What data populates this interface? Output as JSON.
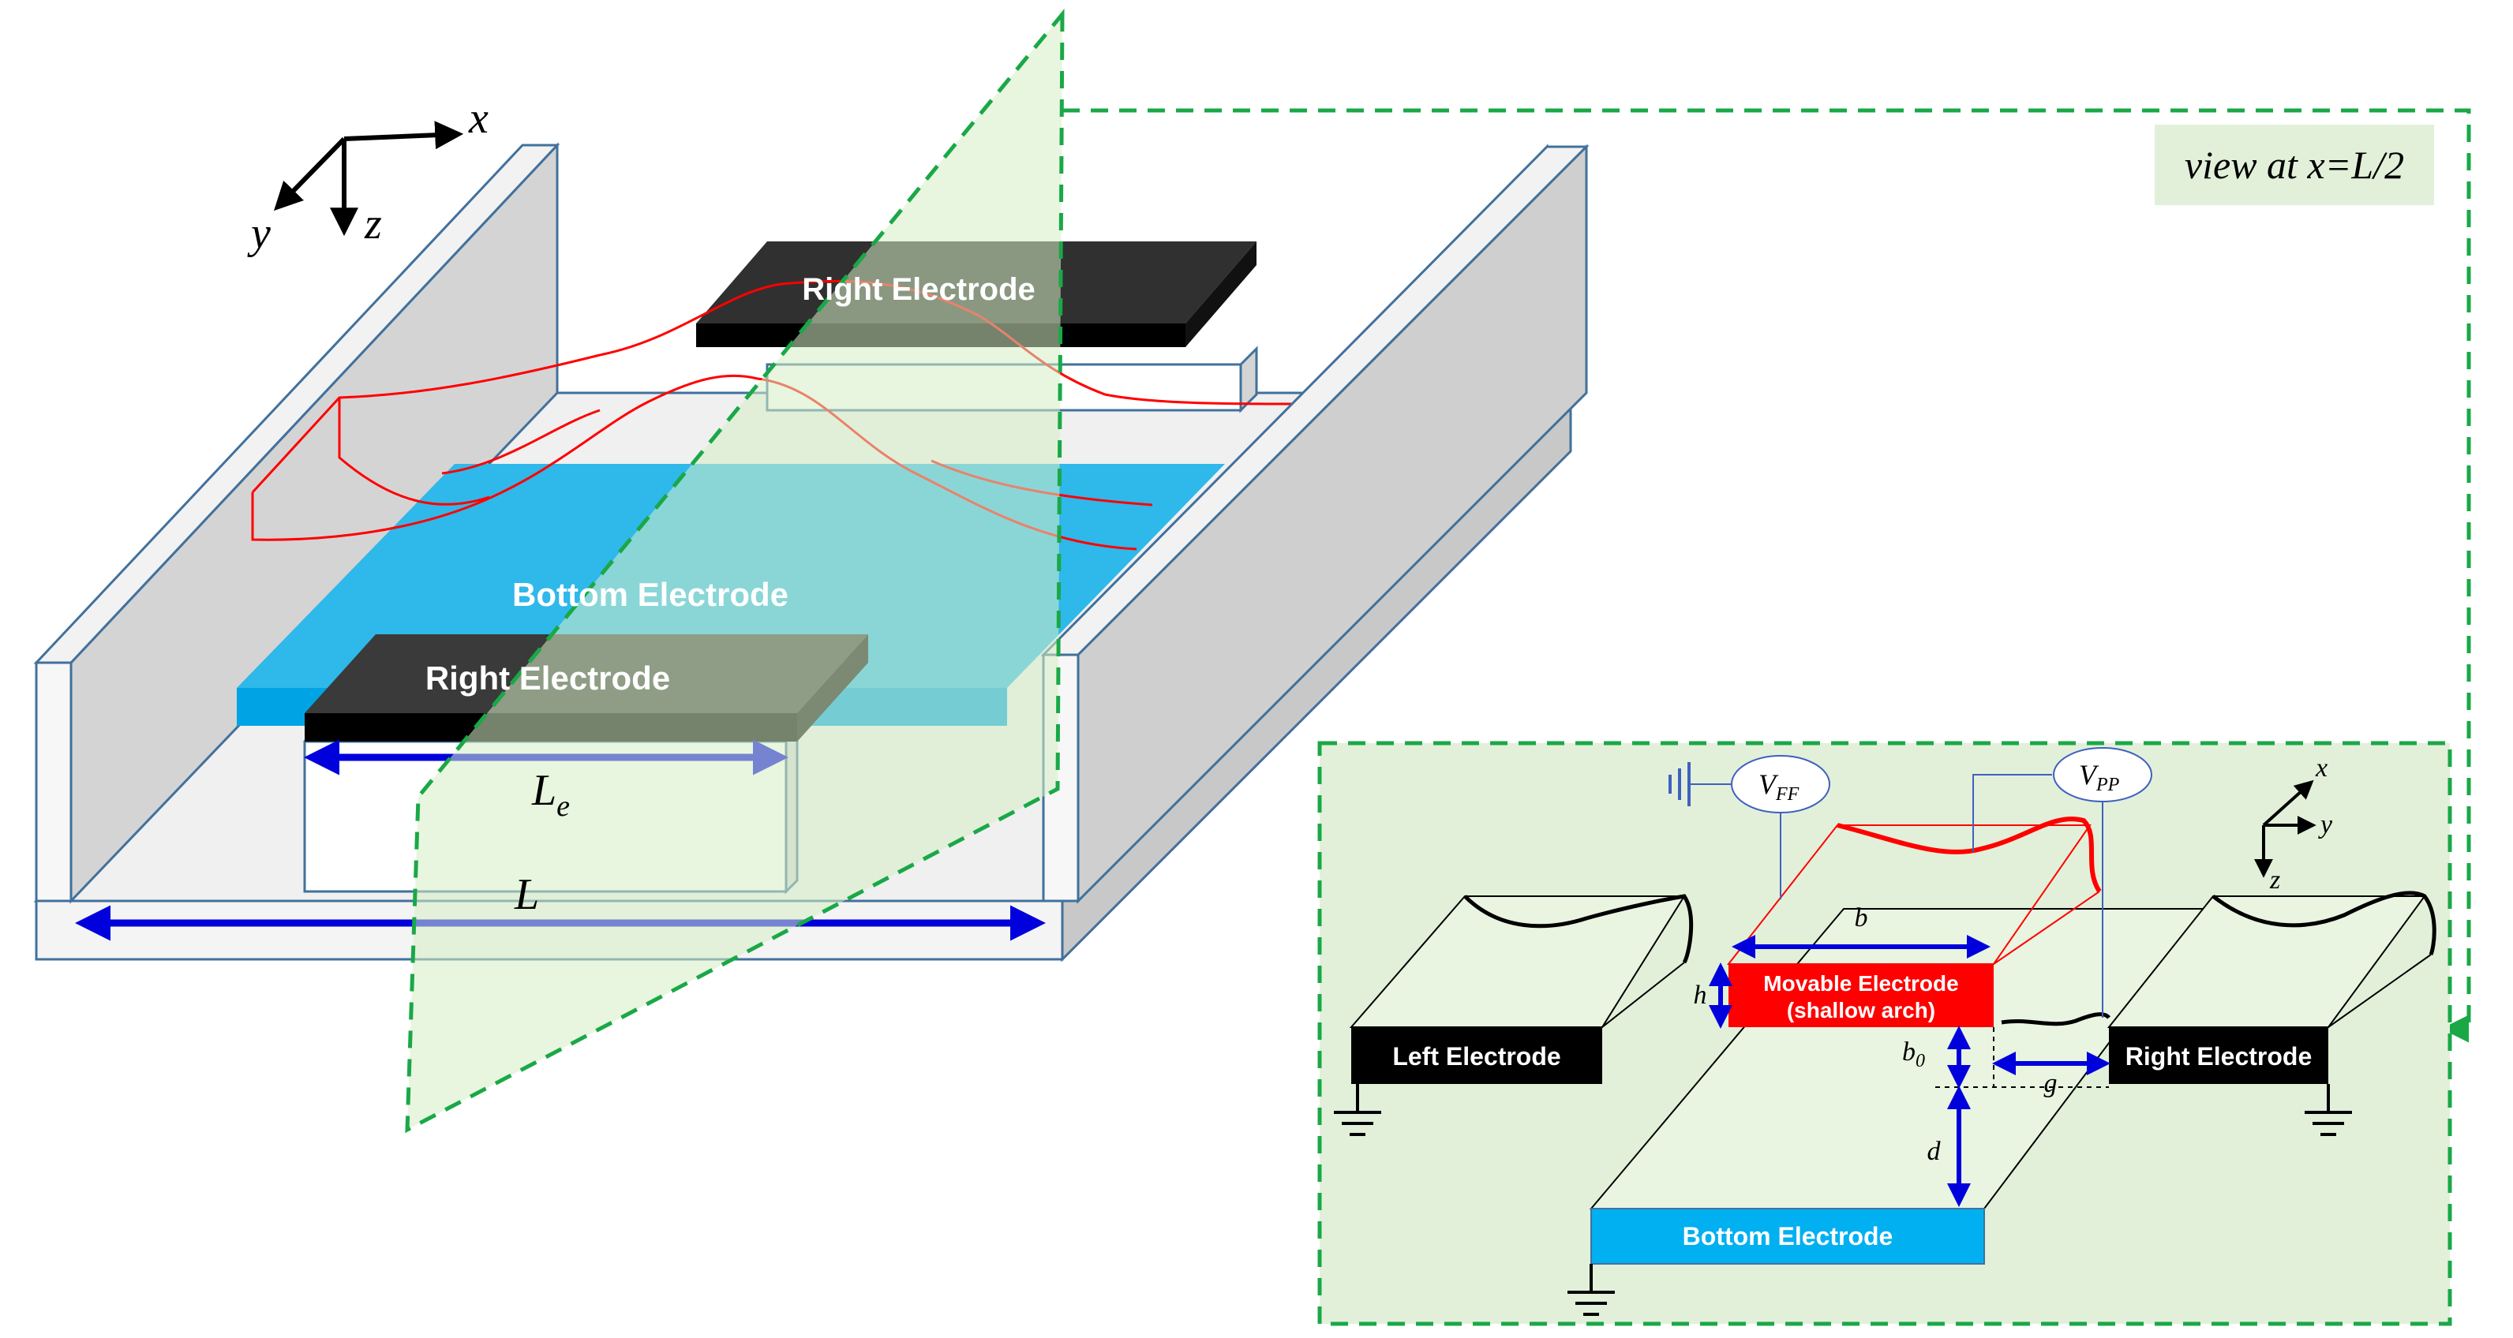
{
  "axes_main": {
    "x": "x",
    "y": "y",
    "z": "z"
  },
  "axes_inset": {
    "x": "x",
    "y": "y",
    "z": "z"
  },
  "labels": {
    "right_electrode_back": "Right Electrode",
    "bottom_electrode": "Bottom Electrode",
    "right_electrode_front": "Right Electrode",
    "le_main": "L",
    "le_sub": "e",
    "l_total": "L"
  },
  "inset": {
    "view_label": "view at x=L/2",
    "vff_main": "V",
    "vff_sub": "FF",
    "vpp_main": "V",
    "vpp_sub": "PP",
    "movable_line1": "Movable Electrode",
    "movable_line2": "(shallow arch)",
    "left_electrode": "Left Electrode",
    "right_electrode": "Right Electrode",
    "bottom_electrode": "Bottom Electrode",
    "b": "b",
    "h": "h",
    "b0_main": "b",
    "b0_sub": "0",
    "g": "g",
    "d": "d"
  },
  "colors": {
    "wall_face": "#d4d4d4",
    "wall_top": "#f2f2f2",
    "outline": "#41719c",
    "bottom_electrode": "#2ab4e8",
    "electrode_black": "#111111",
    "arch_red": "#ff0000",
    "dimension_blue": "#0000dd",
    "dashed_green": "#1aa847",
    "plane_green": "#e2f0d9"
  }
}
